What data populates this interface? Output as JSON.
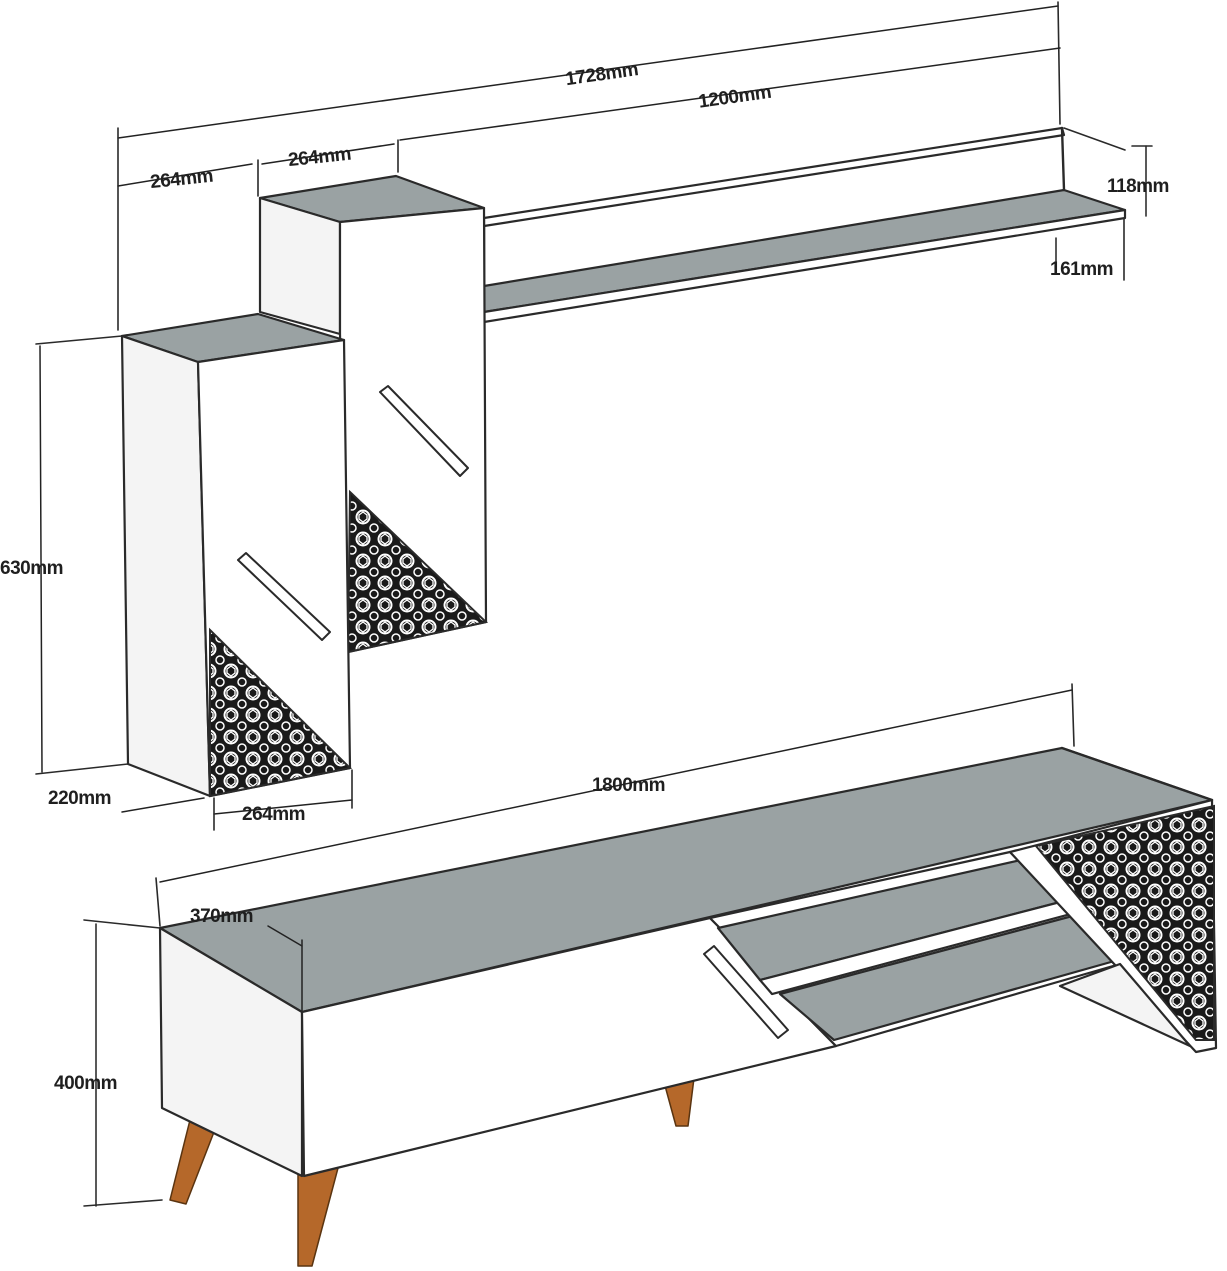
{
  "colors": {
    "shelf_top": "#9aa2a3",
    "body": "#ffffff",
    "leg": "#b5682a",
    "lattice": "#1a1a1a",
    "line": "#2a2a2a"
  },
  "dimensions": {
    "total_width_wall": "1728mm",
    "shelf_width": "1200mm",
    "cabinet_left_width": "264mm",
    "cabinet_right_width": "264mm",
    "shelf_height": "118mm",
    "shelf_depth": "161mm",
    "cabinet_height": "630mm",
    "cabinet_depth": "220mm",
    "cabinet_front_width": "264mm",
    "tv_unit_width": "1800mm",
    "tv_unit_depth": "370mm",
    "tv_unit_height": "400mm"
  }
}
